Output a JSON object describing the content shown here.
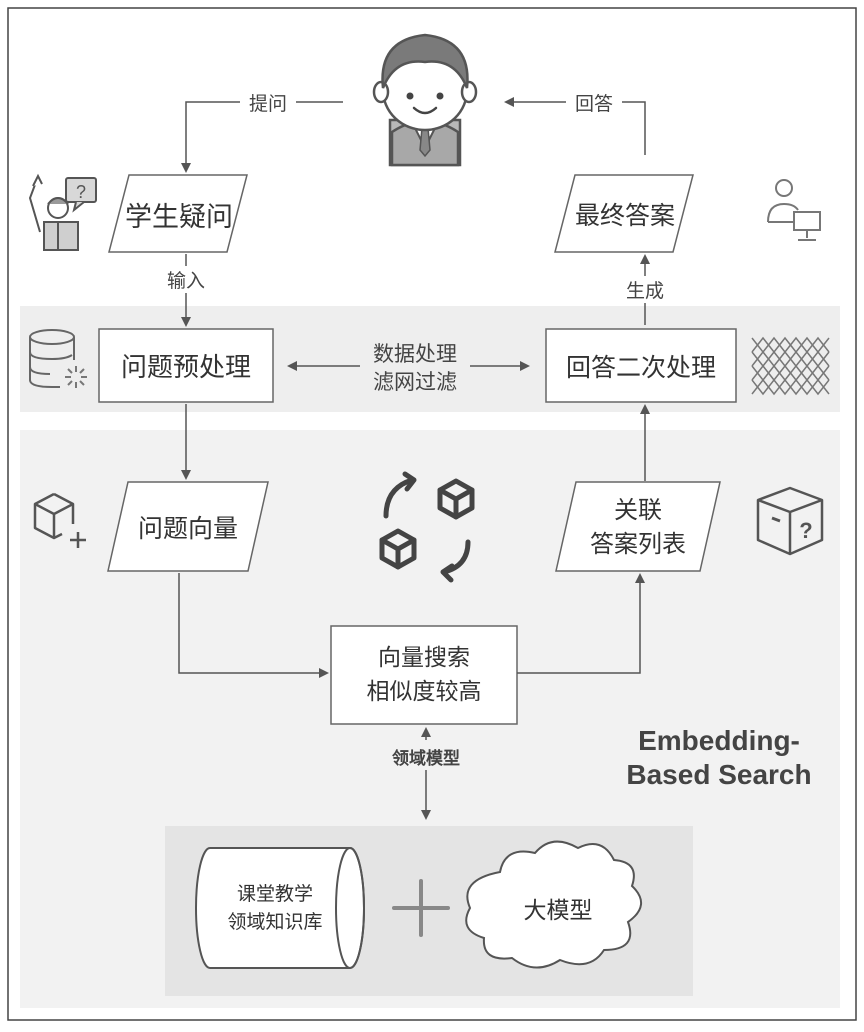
{
  "nodes": {
    "question": "学生疑问",
    "final_answer": "最终答案",
    "preprocess": "问题预处理",
    "postprocess": "回答二次处理",
    "question_vector": "问题向量",
    "related_line1": "关联",
    "related_line2": "答案列表",
    "search_line1": "向量搜索",
    "search_line2": "相似度较高",
    "kb_line1": "课堂教学",
    "kb_line2": "领域知识库",
    "llm": "大模型"
  },
  "edges": {
    "ask": "提问",
    "answer": "回答",
    "input": "输入",
    "generate": "生成",
    "filter_line1": "数据处理",
    "filter_line2": "滤网过滤",
    "domain_model": "领域模型"
  },
  "title": {
    "line1": "Embedding-",
    "line2": "Based Search"
  },
  "icons": [
    "student-avatar-icon",
    "raising-hand-icon",
    "user-computer-icon",
    "database-settings-icon",
    "net-filter-icon",
    "cube-add-icon",
    "cube-cycle-icon",
    "cube-question-icon",
    "plus-icon"
  ],
  "colors": {
    "band": "#eeeeee",
    "stroke": "#666666",
    "face": "#ffffff",
    "hair": "#7a7a7a",
    "text": "#333333"
  }
}
